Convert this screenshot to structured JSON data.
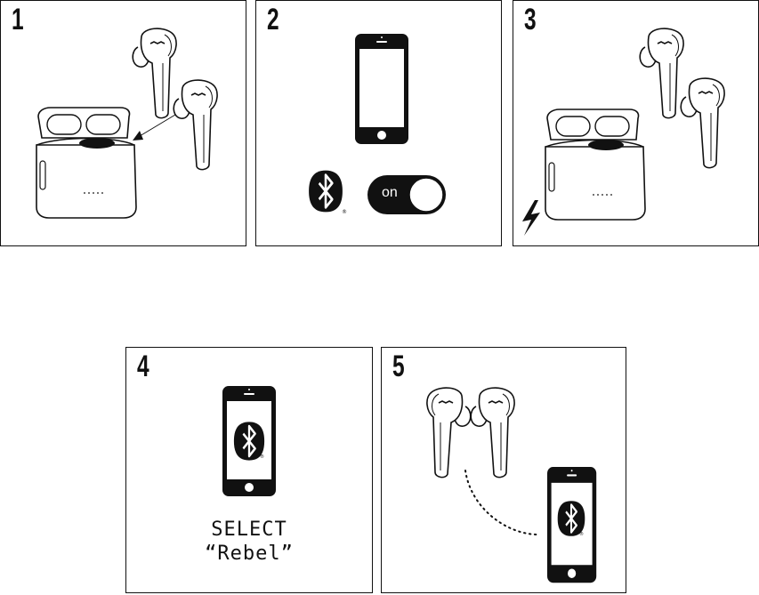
{
  "steps": [
    {
      "number": "1"
    },
    {
      "number": "2",
      "toggle_label": "on",
      "registered_mark": "®"
    },
    {
      "number": "3"
    },
    {
      "number": "4",
      "select_line1": "SELECT",
      "select_line2": "“Rebel”",
      "registered_mark": "®"
    },
    {
      "number": "5",
      "registered_mark": "®"
    }
  ],
  "icons": [
    "earbud-icon",
    "charging-case-icon",
    "smartphone-icon",
    "bluetooth-icon",
    "toggle-switch-icon",
    "lightning-icon",
    "arrow-icon"
  ],
  "colors": {
    "line": "#111111",
    "background": "#ffffff"
  }
}
